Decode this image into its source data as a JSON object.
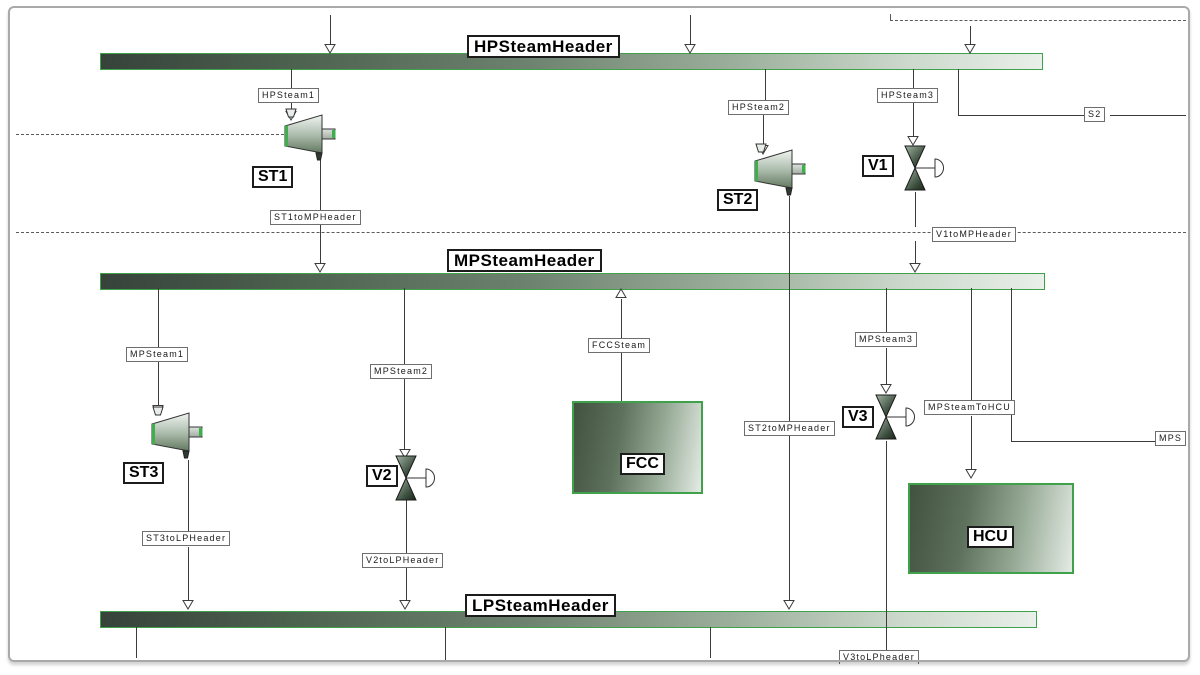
{
  "headers": {
    "hp": "HPSteamHeader",
    "mp": "MPSteamHeader",
    "lp": "LPSteamHeader"
  },
  "equipment": {
    "st1": "ST1",
    "st2": "ST2",
    "st3": "ST3",
    "v1": "V1",
    "v2": "V2",
    "v3": "V3",
    "fcc": "FCC",
    "hcu": "HCU"
  },
  "streams": {
    "hpsteam1": "HPSteam1",
    "hpsteam2": "HPSteam2",
    "hpsteam3": "HPSteam3",
    "s2": "S2",
    "st1tomp": "ST1toMPHeader",
    "v1tomp": "V1toMPHeader",
    "st2tomp": "ST2toMPHeader",
    "mpsteam1": "MPSteam1",
    "mpsteam2": "MPSteam2",
    "mpsteam3": "MPSteam3",
    "fccsteam": "FCCSteam",
    "mpsteamtohcu": "MPSteamToHCU",
    "mps": "MPS",
    "st3tolp": "ST3toLPHeader",
    "v2tolp": "V2toLPHeader",
    "v3tolp": "V3toLPheader"
  },
  "colors": {
    "accent-green": "#3fa24a",
    "header-dark": "#36423a",
    "header-light": "#e9efe9",
    "block-dark": "#42523f",
    "block-light": "#e4ebe4",
    "line-color": "#3c3c3c"
  }
}
